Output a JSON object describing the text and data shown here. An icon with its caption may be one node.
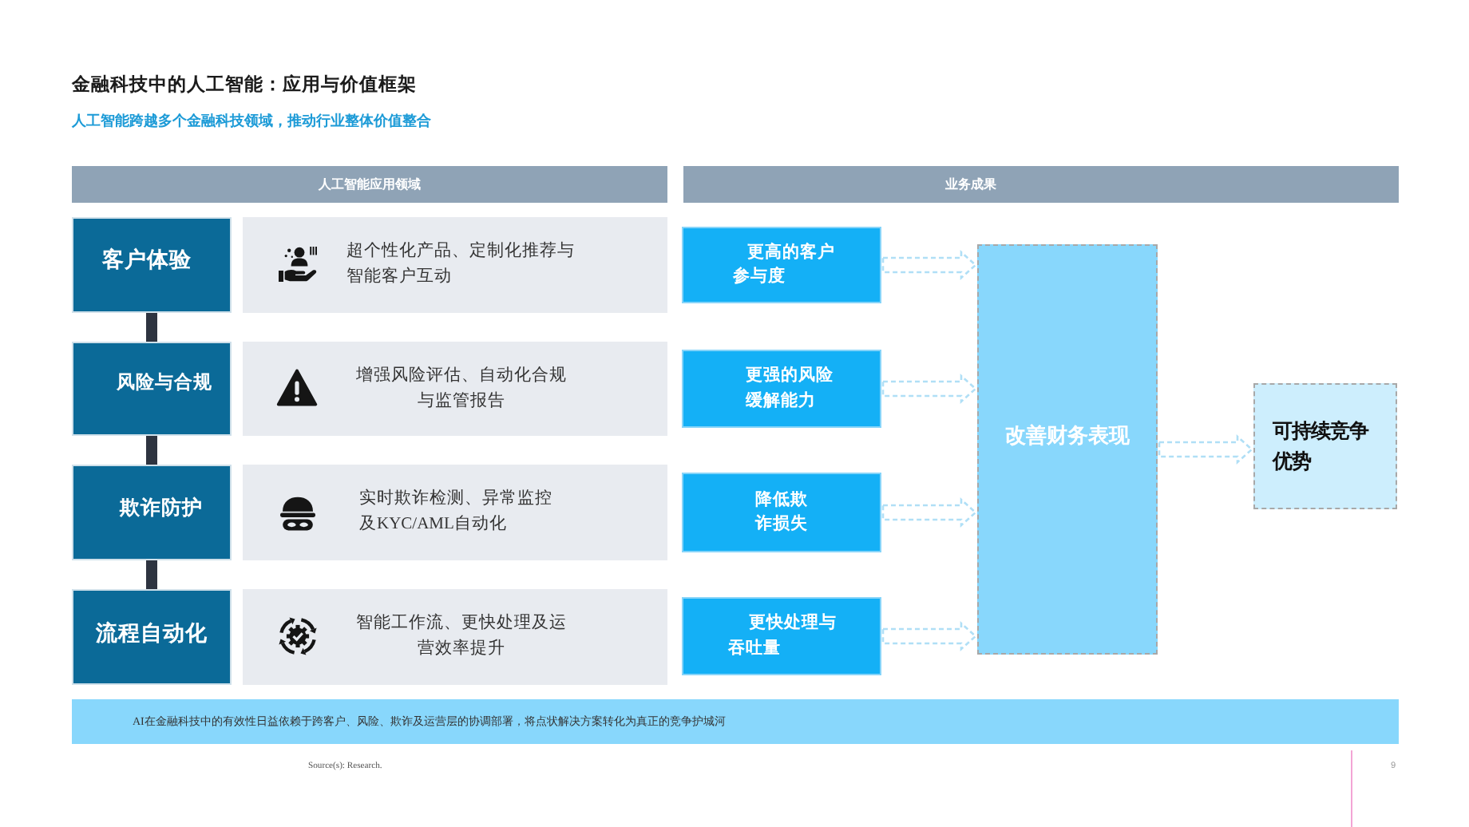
{
  "diagram": {
    "title": "金融科技中的人工智能：应用与价值框架",
    "nodes": [
      {
        "text": [
          "人工智能应用领域"
        ]
      },
      {
        "text": [
          "业务成果"
        ]
      },
      {
        "text": [
          "客户体验"
        ]
      },
      {
        "text": [
          "超个性化产品、定制化推荐与智能客户互动"
        ]
      },
      {
        "text": [
          "风险与合规"
        ]
      },
      {
        "text": [
          "增强风险评估、自动化合规与监管报告"
        ]
      },
      {
        "text": [
          "欺诈防护"
        ]
      },
      {
        "text": [
          "实时欺诈检测、异常监控及KYC/AML自动化"
        ]
      },
      {
        "text": [
          "流程自动化"
        ]
      },
      {
        "text": [
          "智能工作流、更快处理及运营效率提升"
        ]
      },
      {
        "text": [
          "更高的客户参与度"
        ]
      },
      {
        "text": [
          "更强的风险缓解能力"
        ]
      },
      {
        "text": [
          "降低欺诈损失"
        ]
      },
      {
        "text": [
          "更快处理与吞吐量"
        ]
      },
      {
        "text": [
          "改善财务表现"
        ]
      },
      {
        "text": [
          "可持续竞争优势"
        ]
      },
      {
        "text": [
          "AI在金融科技中的有效性日益依赖于跨客户、风险、欺诈及运营层的协调部署，将点状解决方案转化为真正的竞争护城河"
        ]
      }
    ],
    "edges": [
      {
        "from": 2,
        "to": 4,
        "arrow": "none",
        "style": "thick",
        "color": "#2e3440"
      },
      {
        "from": 4,
        "to": 6,
        "arrow": "none",
        "style": "thick",
        "color": "#2e3440"
      },
      {
        "from": 6,
        "to": 8,
        "arrow": "none",
        "style": "thick",
        "color": "#2e3440"
      },
      {
        "from": 10,
        "to": 14,
        "arrow": "to",
        "style": "dashed"
      },
      {
        "from": 11,
        "to": 14,
        "arrow": "to",
        "style": "dashed"
      },
      {
        "from": 12,
        "to": 14,
        "arrow": "to",
        "style": "dashed"
      },
      {
        "from": 13,
        "to": 14,
        "arrow": "to",
        "style": "dashed"
      },
      {
        "from": 14,
        "to": 15,
        "arrow": "to",
        "style": "dashed"
      }
    ],
    "labels": [
      "人工智能跨越多个金融科技领域，推动行业整体价值整合",
      "Source(s): Research.",
      "9"
    ]
  }
}
